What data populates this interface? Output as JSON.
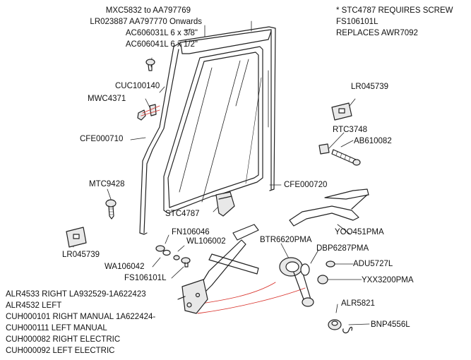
{
  "note": {
    "lines": [
      "* STC4787 REQUIRES SCREW",
      "FS106101L",
      "REPLACES AWR7092"
    ]
  },
  "top_refs": {
    "lines": [
      "MXC5832 to AA797769",
      "LR023887 AA797770 Onwards",
      "AC606031L 6 x 3/8\"",
      "AC606041L 6 x 1/2\""
    ]
  },
  "labels": {
    "cuc100140": "CUC100140",
    "mwc4371": "MWC4371",
    "cfe000710": "CFE000710",
    "mtc9428": "MTC9428",
    "lr045739_left": "LR045739",
    "stc4787": "STC4787",
    "fn106046": "FN106046",
    "wl106002": "WL106002",
    "wa106042": "WA106042",
    "fs106101l": "FS106101L",
    "lr045739_right": "LR045739",
    "rtc3748": "RTC3748",
    "ab610082": "AB610082",
    "cfe000720": "CFE000720",
    "yoo451pma": "YOO451PMA",
    "btr6620pma": "BTR6620PMA",
    "dbp6287pma": "DBP6287PMA",
    "adu5727l": "ADU5727L",
    "yxx3200pma": "YXX3200PMA",
    "alr5821": "ALR5821",
    "bnp4556l": "BNP4556L"
  },
  "regulator_refs": {
    "lines": [
      "ALR4533 RIGHT LA932529-1A622423",
      "ALR4532 LEFT",
      "CUH000101 RIGHT MANUAL 1A622424-",
      "CUH000111 LEFT MANUAL",
      "CUH000082 RIGHT ELECTRIC",
      "CUH000092 LEFT ELECTRIC"
    ]
  },
  "colors": {
    "line": "#222222",
    "accent_red": "#d9322b",
    "fill_grey": "#e8e8e8"
  }
}
